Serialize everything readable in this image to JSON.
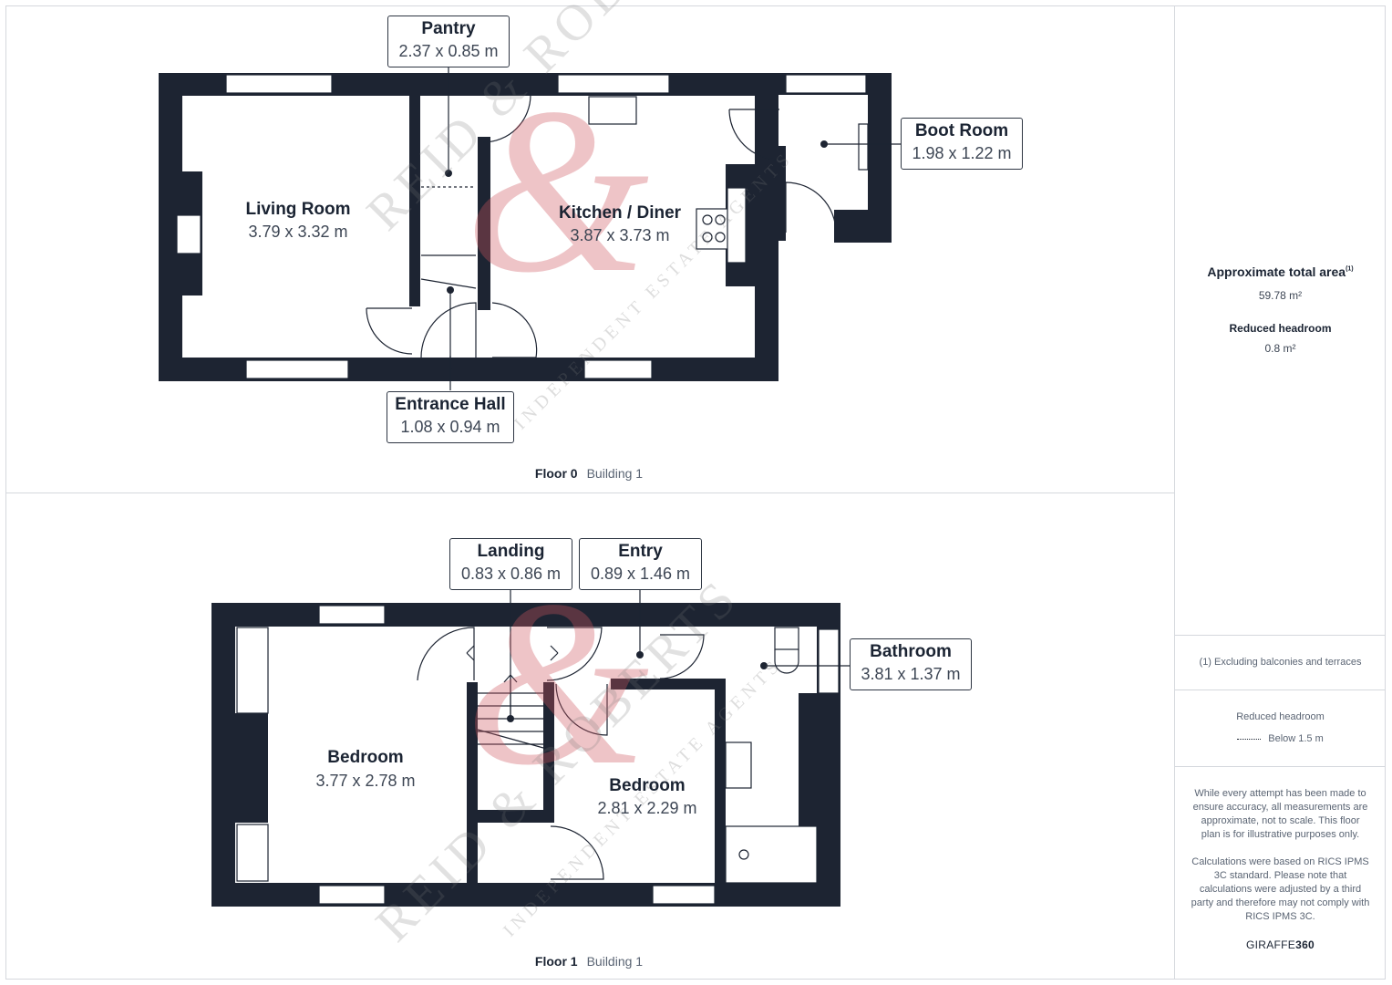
{
  "floors": [
    {
      "name": "Floor 0",
      "building": "Building 1",
      "rooms": [
        {
          "name": "Living Room",
          "dimensions": "3.79 x 3.32 m"
        },
        {
          "name": "Kitchen / Diner",
          "dimensions": "3.87 x 3.73 m"
        }
      ],
      "callouts": [
        {
          "name": "Pantry",
          "dimensions": "2.37 x 0.85 m"
        },
        {
          "name": "Boot Room",
          "dimensions": "1.98 x 1.22 m"
        },
        {
          "name": "Entrance Hall",
          "dimensions": "1.08 x 0.94 m"
        }
      ]
    },
    {
      "name": "Floor 1",
      "building": "Building 1",
      "rooms": [
        {
          "name": "Bedroom",
          "dimensions": "3.77 x 2.78 m"
        },
        {
          "name": "Bedroom",
          "dimensions": "2.81 x 2.29 m"
        }
      ],
      "callouts": [
        {
          "name": "Landing",
          "dimensions": "0.83 x 0.86 m"
        },
        {
          "name": "Entry",
          "dimensions": "0.89 x 1.46 m"
        },
        {
          "name": "Bathroom",
          "dimensions": "3.81 x 1.37 m"
        }
      ]
    }
  ],
  "summary": {
    "total_area_label": "Approximate total area",
    "total_area_note_marker": "(1)",
    "total_area_value": "59.78 m²",
    "reduced_headroom_label": "Reduced headroom",
    "reduced_headroom_value": "0.8 m²"
  },
  "footnote": "(1) Excluding balconies and terraces",
  "legend": {
    "title": "Reduced headroom",
    "item": "Below 1.5 m"
  },
  "disclaimer": [
    "While every attempt has been made to ensure accuracy, all measurements are approximate, not to scale. This floor plan is for illustrative purposes only.",
    "Calculations were based on RICS IPMS 3C standard. Please note that calculations were adjusted by a third party and therefore may not comply with RICS IPMS 3C."
  ],
  "brand": {
    "prefix": "GIRAFFE",
    "suffix": "360"
  },
  "watermark": {
    "main": "REID & ROBERTS",
    "sub": "INDEPENDENT ESTATE AGENTS"
  },
  "colors": {
    "wall": "#1d2432",
    "watermark_monogram": "#cd555f"
  }
}
